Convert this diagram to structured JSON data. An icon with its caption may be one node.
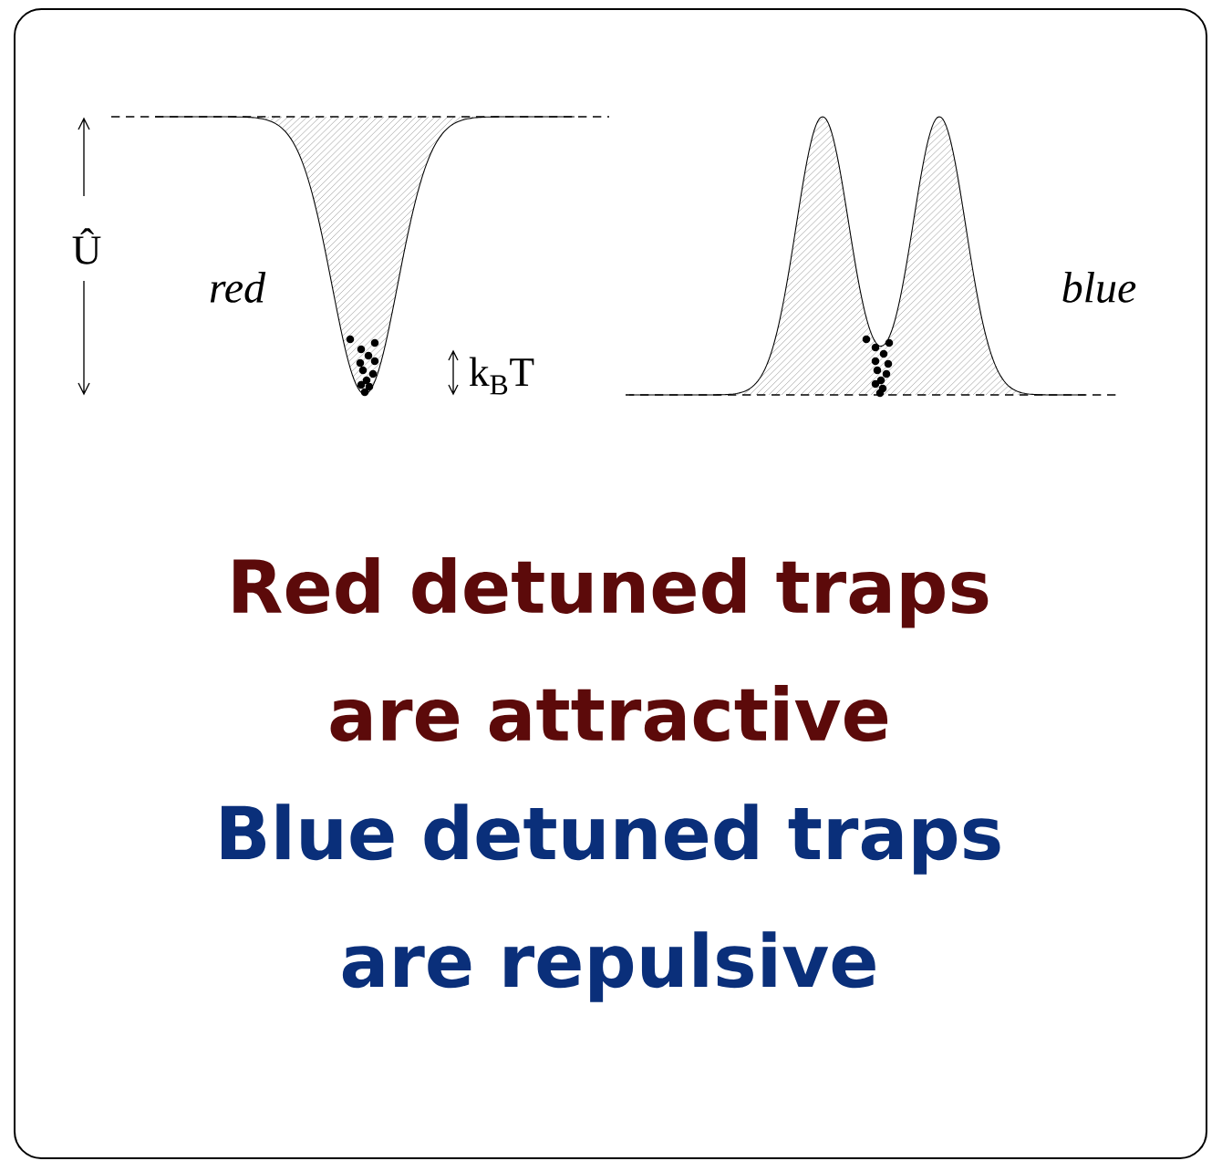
{
  "diagram": {
    "labels": [
      "Û",
      "red",
      "k$_{B}$T",
      "blue",
      "Red detuned traps are attractive",
      "Blue detuned traps are repulsive"
    ]
  }
}
